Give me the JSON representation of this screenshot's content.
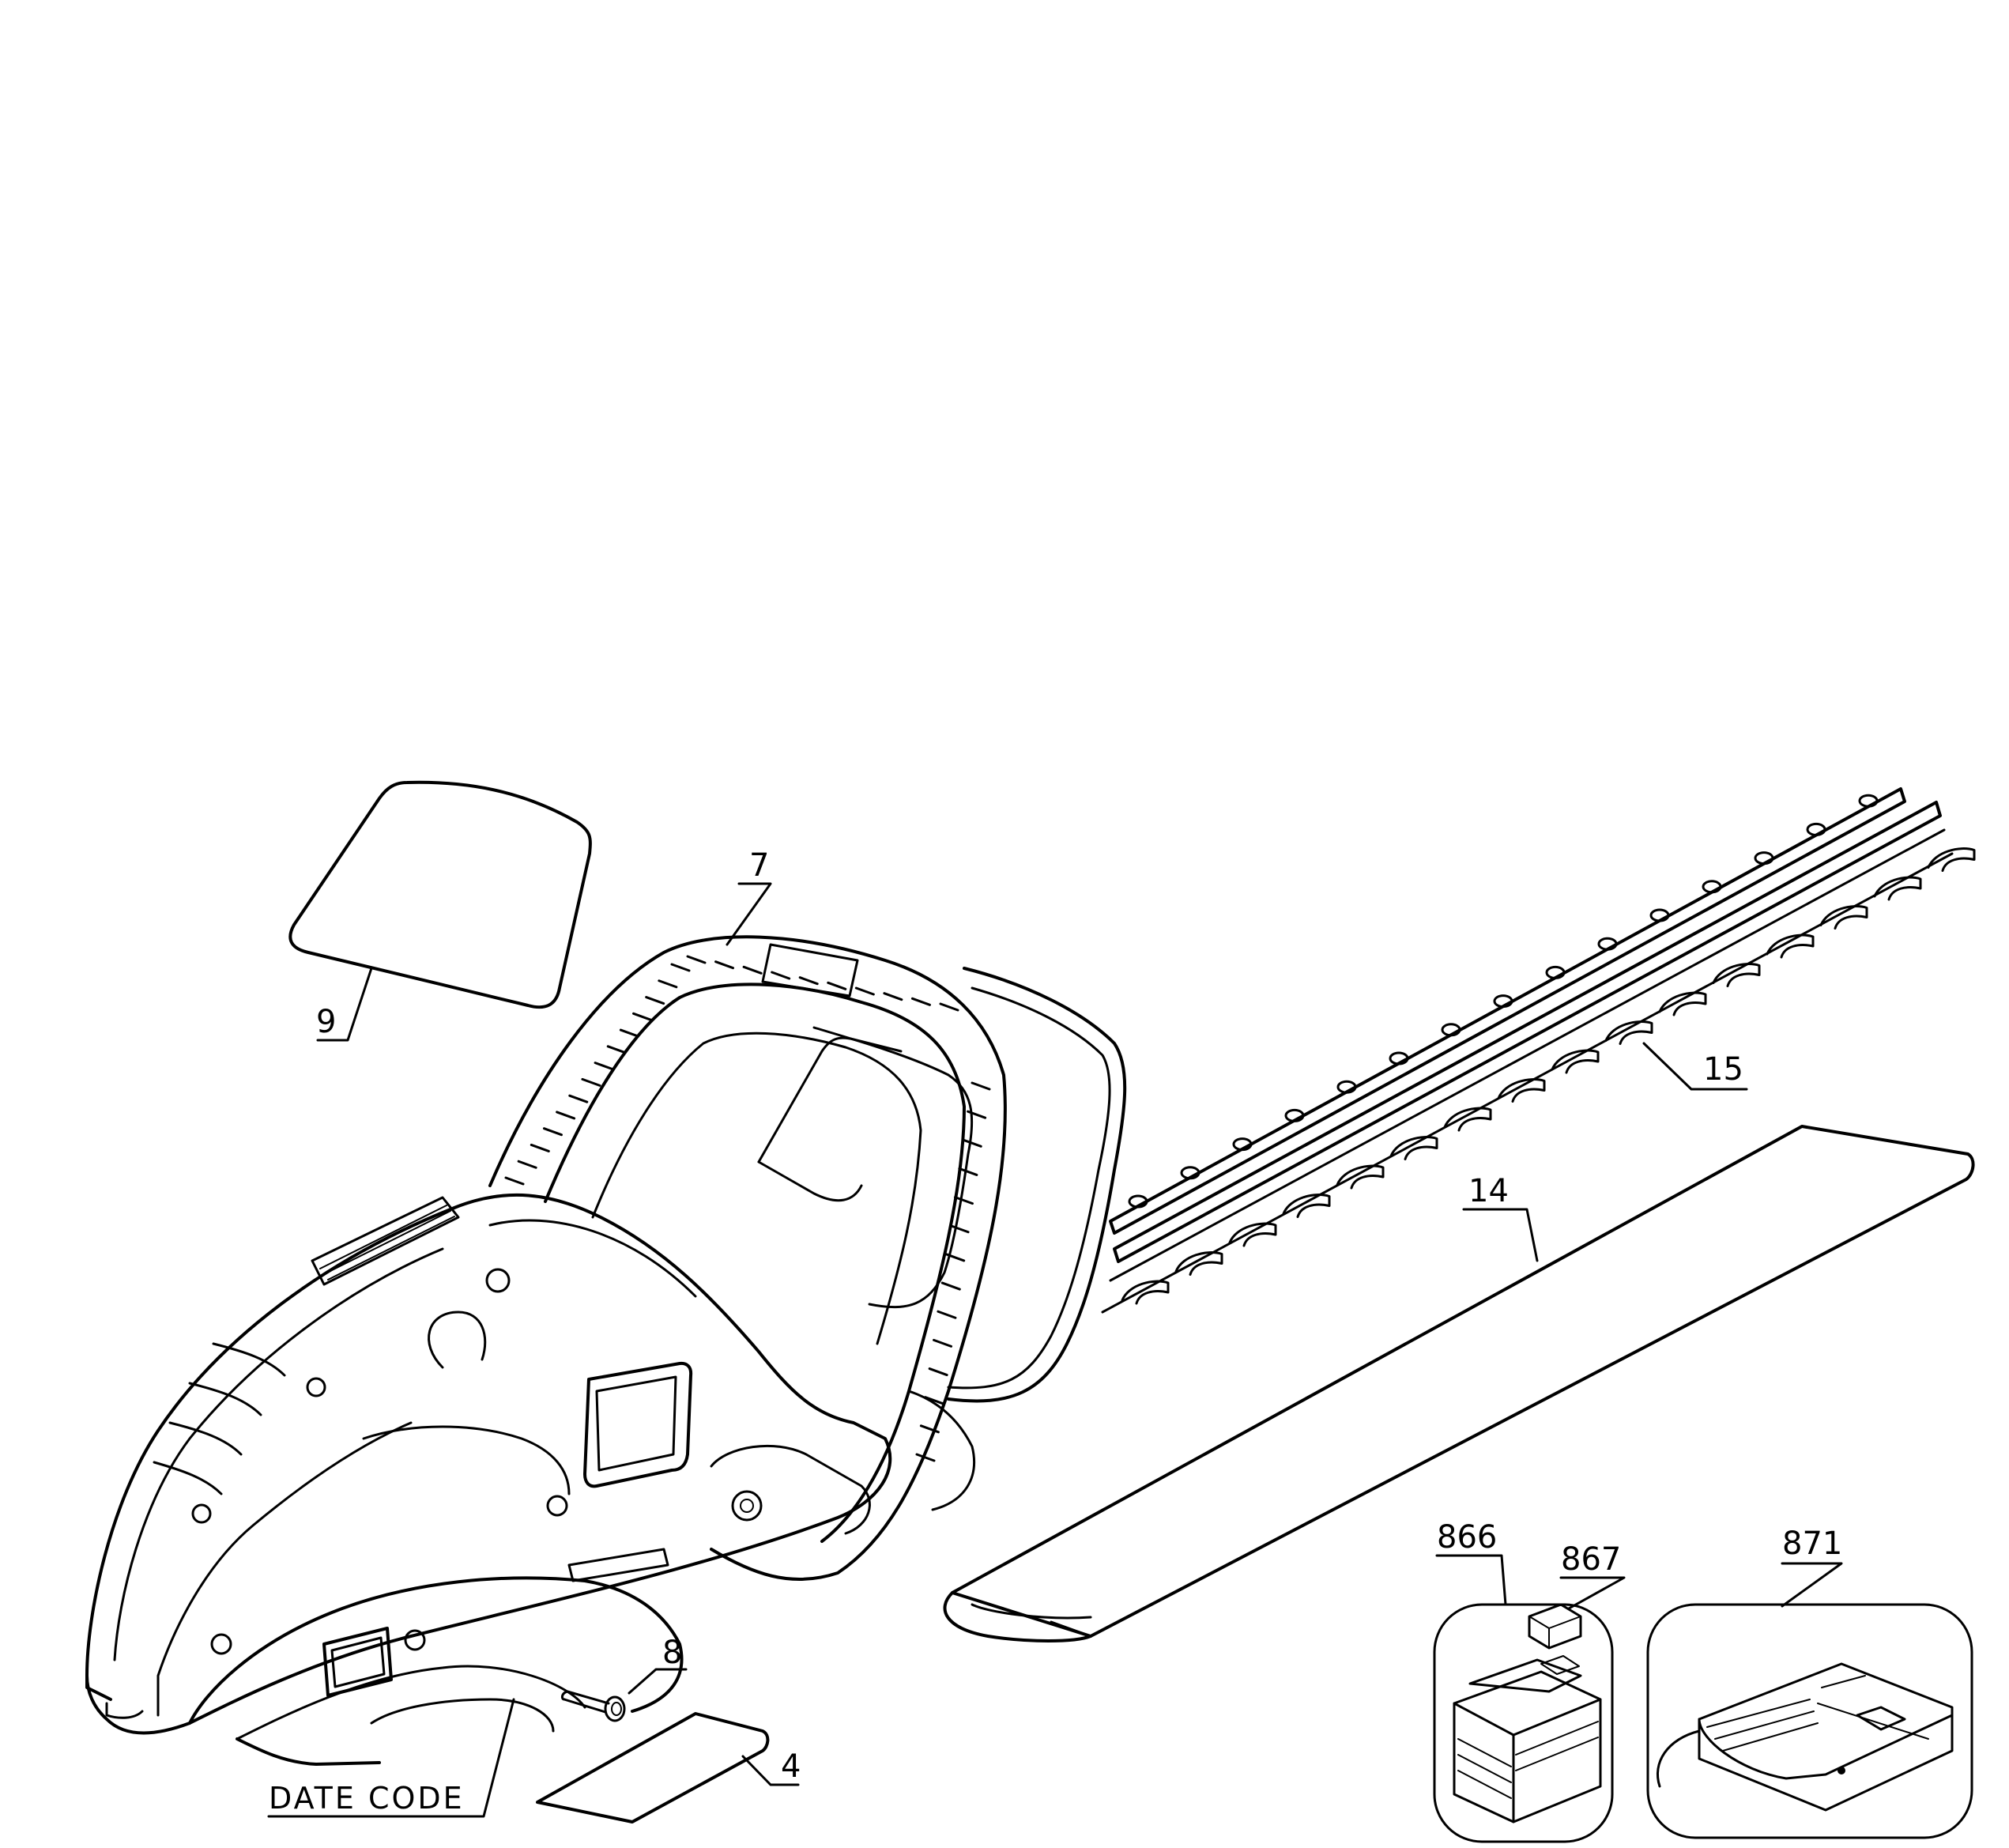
{
  "labels": {
    "part_9": "9",
    "part_7": "7",
    "part_15": "15",
    "part_14": "14",
    "part_8": "8",
    "part_4": "4",
    "date_code": "DATE CODE",
    "part_866": "866",
    "part_867": "867",
    "part_871": "871"
  }
}
